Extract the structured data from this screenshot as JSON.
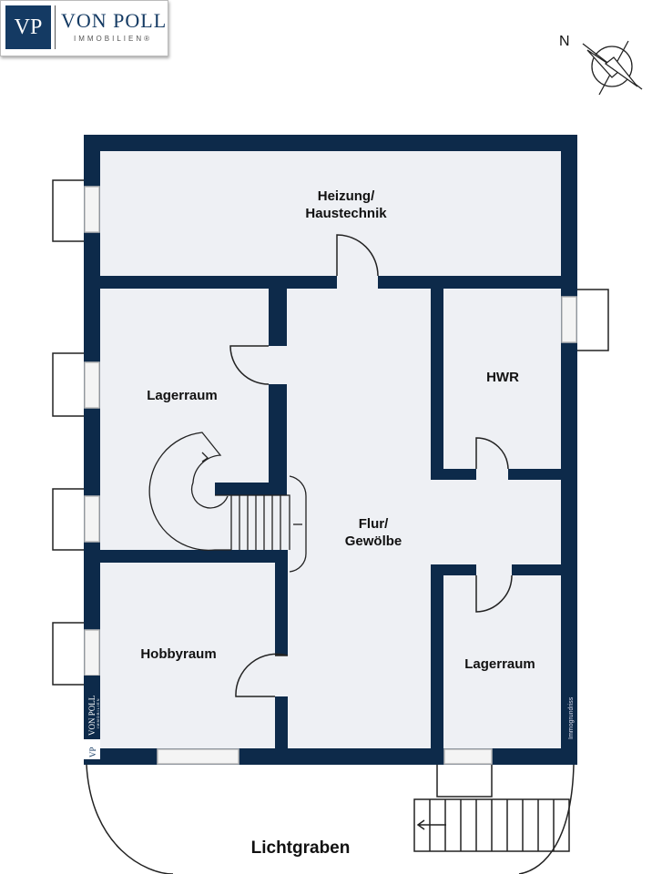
{
  "logo": {
    "mark": "VP",
    "name": "VON POLL",
    "sub": "IMMOBILIEN®"
  },
  "compass": {
    "north": "N"
  },
  "rooms": {
    "heizung_line1": "Heizung/",
    "heizung_line2": "Haustechnik",
    "lagerraum_left": "Lagerraum",
    "hwr": "HWR",
    "flur_line1": "Flur/",
    "flur_line2": "Gewölbe",
    "hobbyraum": "Hobbyraum",
    "lagerraum_right": "Lagerraum",
    "lichtgraben": "Lichtgraben"
  },
  "watermark": {
    "mark": "VP",
    "name": "VON POLL",
    "sub": "IMMOBILIEN",
    "credit": "Immogrundriss"
  },
  "colors": {
    "wall": "#0d2a4a",
    "floor": "#eef0f4"
  }
}
